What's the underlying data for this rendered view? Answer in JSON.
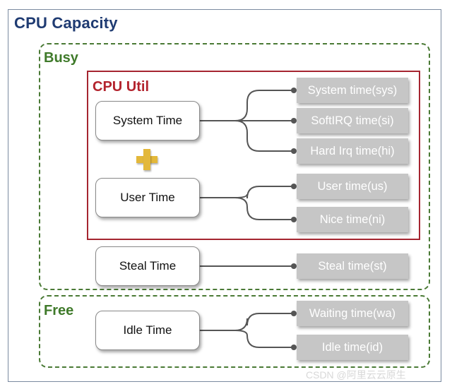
{
  "title": "CPU Capacity",
  "groups": {
    "busy": "Busy",
    "free": "Free",
    "cpu_util": "CPU Util"
  },
  "boxes": {
    "system_time": "System Time",
    "user_time": "User Time",
    "steal_time": "Steal Time",
    "idle_time": "Idle Time"
  },
  "metrics": {
    "sys": "System time(sys)",
    "si": "SoftIRQ time(si)",
    "hi": "Hard Irq time(hi)",
    "us": "User time(us)",
    "ni": "Nice time(ni)",
    "st": "Steal time(st)",
    "wa": "Waiting time(wa)",
    "id": "Idle time(id)"
  },
  "watermark": "CSDN @阿里云云原生",
  "colors": {
    "title": "#1f3b72",
    "group_border": "#4a7a35",
    "group_label": "#3f7a2a",
    "cpu_util_border": "#a52530",
    "cpu_util_label": "#b3232d",
    "metric_fill": "#c6c6c6",
    "connector": "#555555",
    "plus": "#e3b83a"
  },
  "icons": {
    "plus": "plus-icon"
  }
}
